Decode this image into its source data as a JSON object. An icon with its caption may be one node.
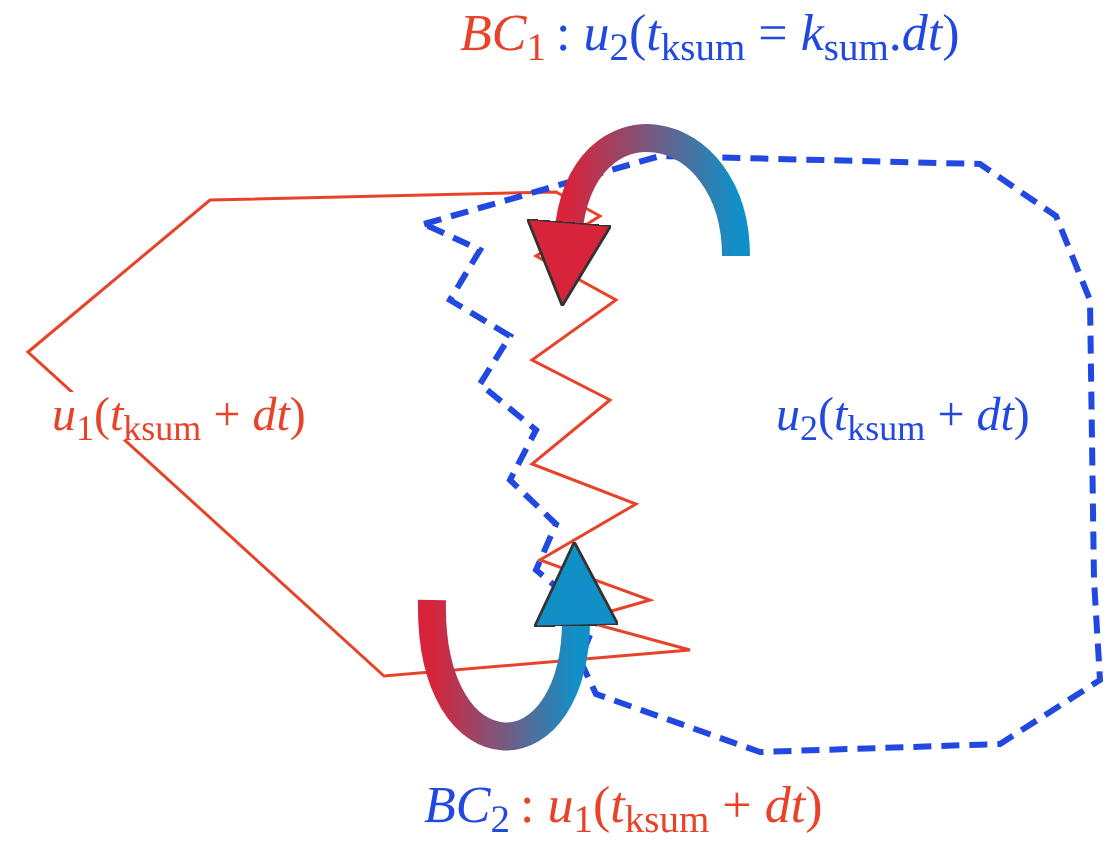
{
  "diagram": {
    "nodes": [
      {
        "text": [
          "*u*$_{1}$(*t*$_{ksum}$ + *dt*)"
        ]
      },
      {
        "text": [
          "*u*$_{2}$(*t*$_{ksum}$ + *dt*)"
        ]
      }
    ],
    "edges": [
      {
        "from": 1,
        "to": 0,
        "arrow": "to",
        "style": "thick"
      },
      {
        "from": 0,
        "to": 1,
        "arrow": "to",
        "style": "thick"
      }
    ],
    "labels": [
      "*BC*$_{1}$",
      ": *u*$_{2}$(*t*$_{ksum}$ = *k*$_{sum}$.*dt*)",
      "*BC*$_{2}$",
      ": *u*$_{1}$(*t*$_{ksum}$ + *dt*)"
    ]
  }
}
